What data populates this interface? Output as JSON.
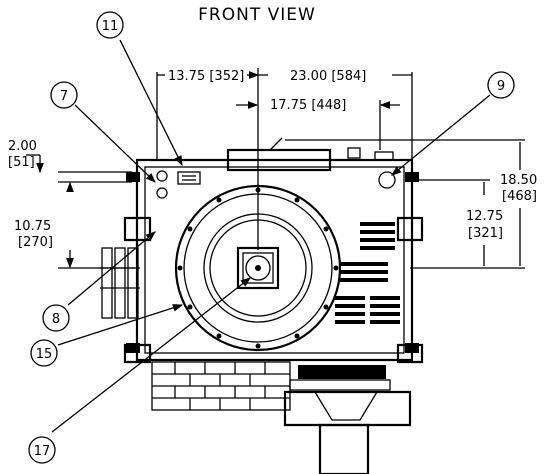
{
  "title": "FRONT VIEW",
  "callouts": [
    "11",
    "7",
    "9",
    "8",
    "15",
    "17"
  ],
  "dimensions": {
    "d1375": "13.75 [352]",
    "d2300": "23.00 [584]",
    "d1775": "17.75 [448]",
    "d200a": "2.00",
    "d200b": "[51]",
    "d1075a": "10.75",
    "d1075b": "[270]",
    "d1850a": "18.50",
    "d1850b": "[468]",
    "d1275a": "12.75",
    "d1275b": "[321]"
  }
}
